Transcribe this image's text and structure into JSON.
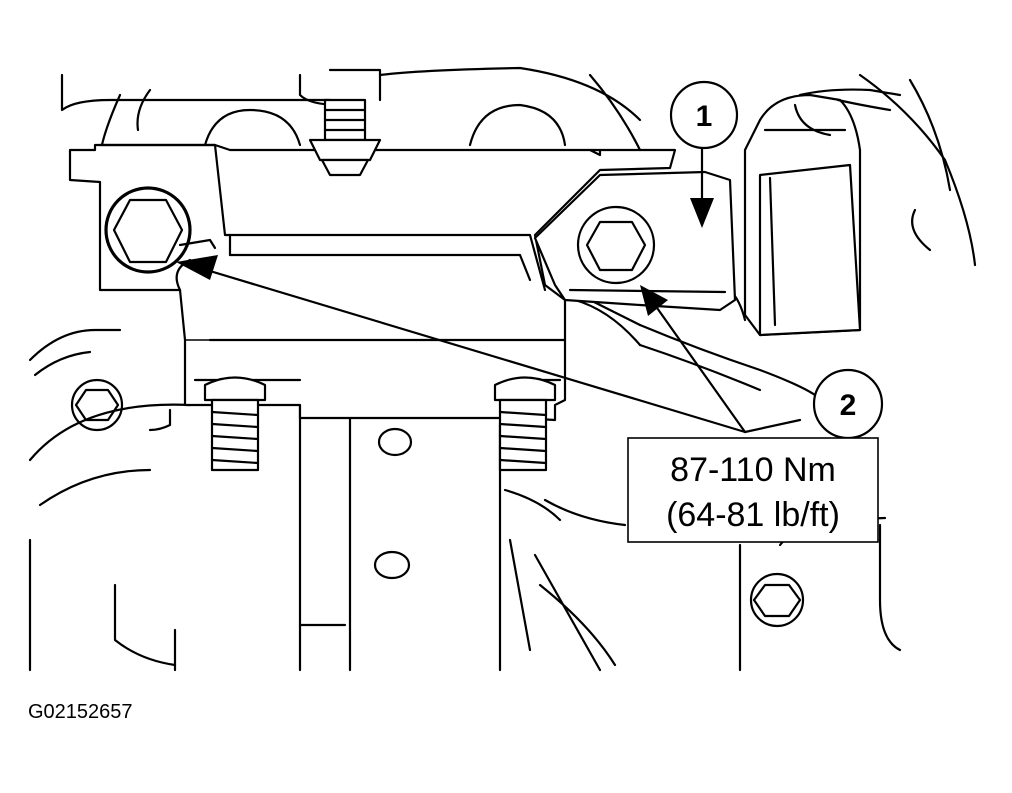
{
  "callouts": [
    {
      "number": "1"
    },
    {
      "number": "2"
    }
  ],
  "torque_spec": {
    "metric": "87-110 Nm",
    "imperial": "(64-81 lb/ft)"
  },
  "figure_id": "G02152657"
}
